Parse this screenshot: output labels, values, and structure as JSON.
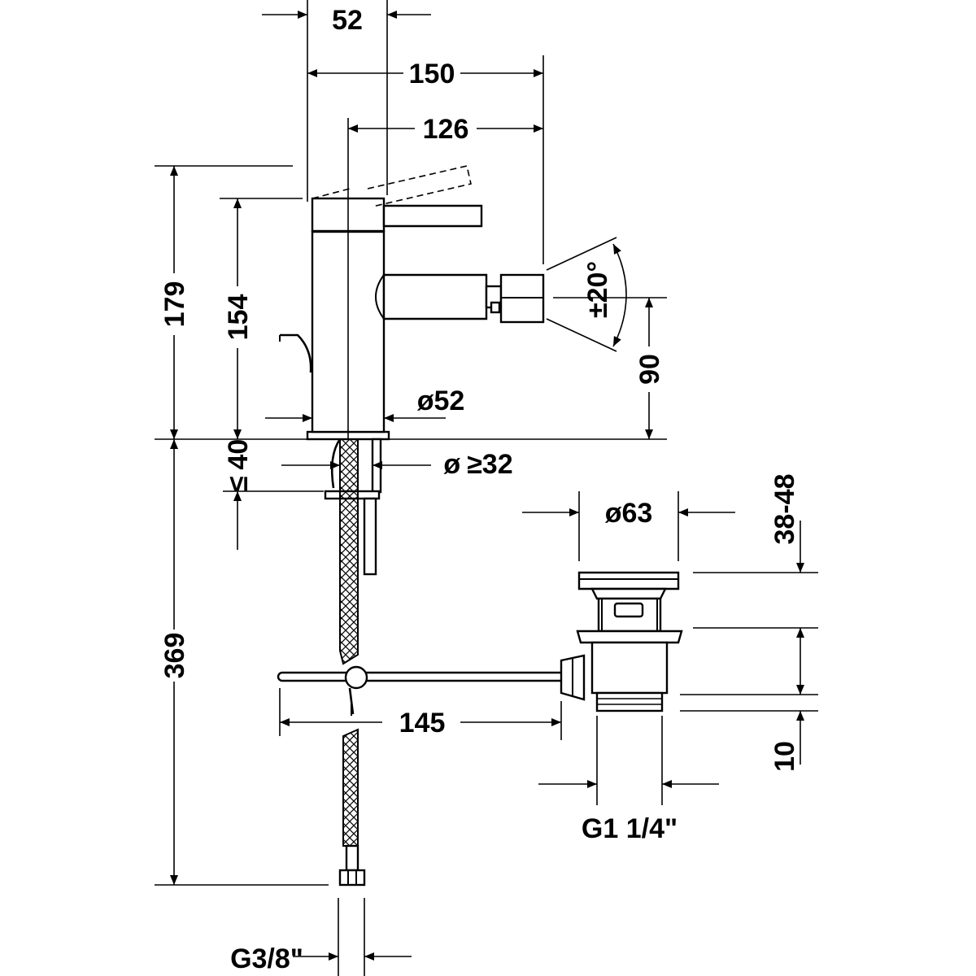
{
  "labels": {
    "top_width": "52",
    "overall_width": "150",
    "spout_reach": "126",
    "height_total": "179",
    "height_body": "154",
    "angle": "±20°",
    "spout_height": "90",
    "body_diameter": "ø52",
    "hole_diameter_prefix": "ø",
    "hole_diameter_value": "≥32",
    "deck_thickness_prefix": "≤",
    "deck_thickness_value": "40",
    "waste_diameter": "ø63",
    "waste_range": "38-48",
    "hose_length": "369",
    "rod_length": "145",
    "waste_thread_height": "10",
    "waste_thread": "G1 1/4\"",
    "hose_thread": "G3/8\""
  }
}
